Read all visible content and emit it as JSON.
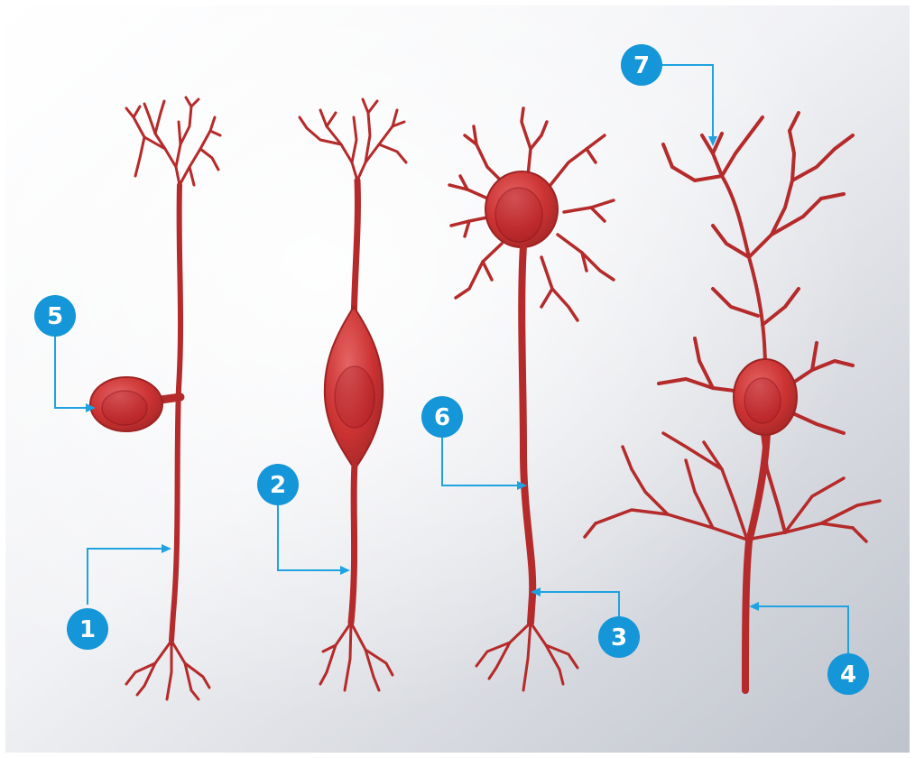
{
  "colors": {
    "neuron": "#c62f2f",
    "neuron_dark": "#9e2222",
    "callout": "#1596d8",
    "background_light": "#ffffff",
    "background_shade": "#c9ccd4"
  },
  "callouts": [
    {
      "number": "1"
    },
    {
      "number": "2"
    },
    {
      "number": "3"
    },
    {
      "number": "4"
    },
    {
      "number": "5"
    },
    {
      "number": "6"
    },
    {
      "number": "7"
    }
  ]
}
